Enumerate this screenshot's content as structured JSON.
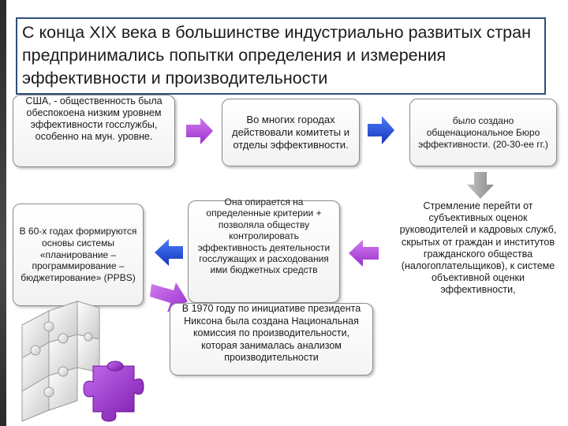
{
  "slide": {
    "title": "С конца XIX века в большинстве индустриально развитых стран предпринимались попытки определения и измерения эффективности и производительности"
  },
  "boxes": {
    "usa": "США, - общественность была обеспокоена низким уровнем эффективности госслужбы, особенно на мун. уровне.",
    "cities": "Во многих городах действовали комитеты и отделы эффективности.",
    "bureau": "было создано общенациональное Бюро эффективности. (20-30-ее гг.)",
    "striving": "Стремление перейти от субъективных оценок руководителей и кадровых служб, скрытых от граждан и институтов гражданского общества (налогоплательщиков), к системе объективной оценки эффективности,",
    "criteria": "Она опирается на определенные критерии + позволяла обществу контролировать эффективность деятельности госслужащих и расходования ими бюджетных средств",
    "nixon": "В 1970 году по инициативе президента Никсона была создана Национальная комиссия по производительности, которая занималась анализом производительности",
    "sixties": "В 60-х годах формируются основы системы «планирование – программирование – бюджетирование» (PPBS)"
  },
  "colors": {
    "arrow_blue": "#1f4ad6",
    "arrow_violet": "#b44be0",
    "arrow_gray": "#9a9a9a",
    "title_border": "#2f4f7a",
    "puzzle_violet": "#9b2fc9"
  }
}
